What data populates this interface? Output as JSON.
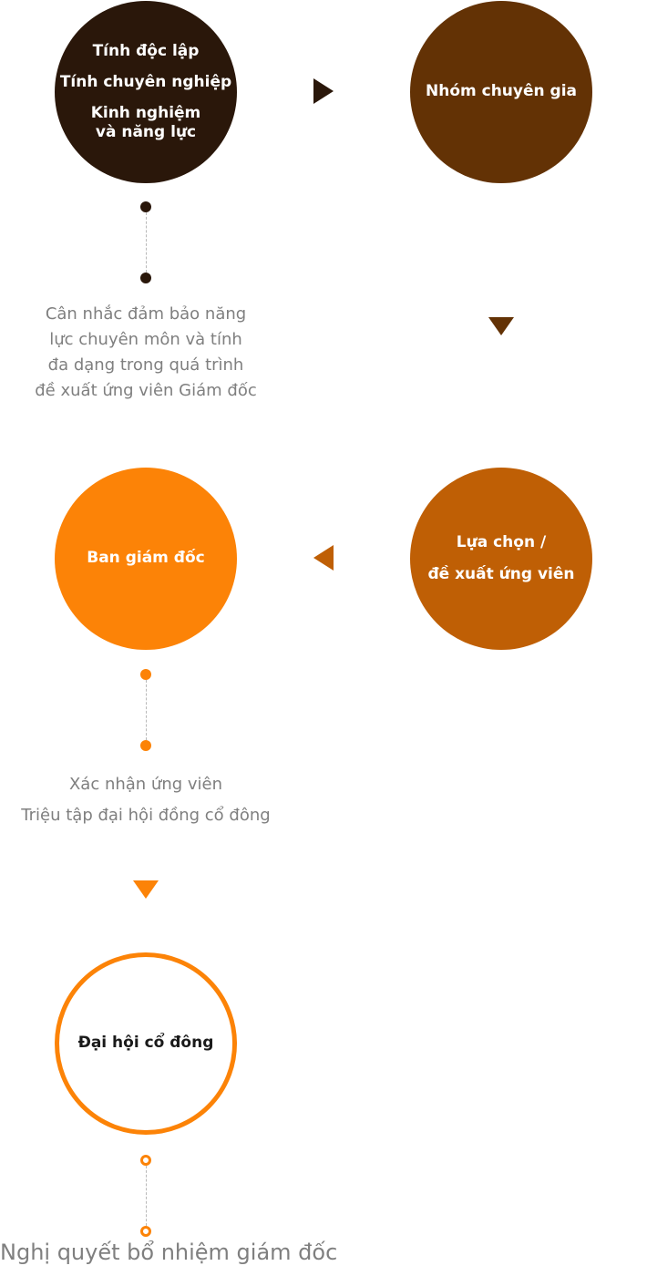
{
  "nodes": {
    "independence": {
      "lines": [
        "Tính độc lập",
        "Tính chuyên nghiệp",
        "Kinh nghiệm",
        "và năng lực"
      ]
    },
    "expert_group": {
      "label": "Nhóm chuyên gia"
    },
    "selection": {
      "lines": [
        "Lựa chọn /",
        "đề xuất ứng viên"
      ]
    },
    "board": {
      "label": "Ban giám đốc"
    },
    "shareholders": {
      "label": "Đại hội cổ đông"
    }
  },
  "descriptions": {
    "consideration": [
      "Cân nhắc đảm bảo năng",
      "lực chuyên môn và tính",
      "đa dạng trong quá trình",
      "đề xuất ứng viên Giám đốc"
    ],
    "confirmation": [
      "Xác nhận ứng viên",
      "Triệu tập đại hội đồng cổ đông"
    ]
  },
  "final_text": "Nghị quyết bổ nhiệm giám đốc",
  "colors": {
    "dark_brown": "#2a170a",
    "brown": "#633205",
    "rust": "#bf5f05",
    "orange": "#fc8307",
    "text_gray": "#7f7f7f"
  }
}
